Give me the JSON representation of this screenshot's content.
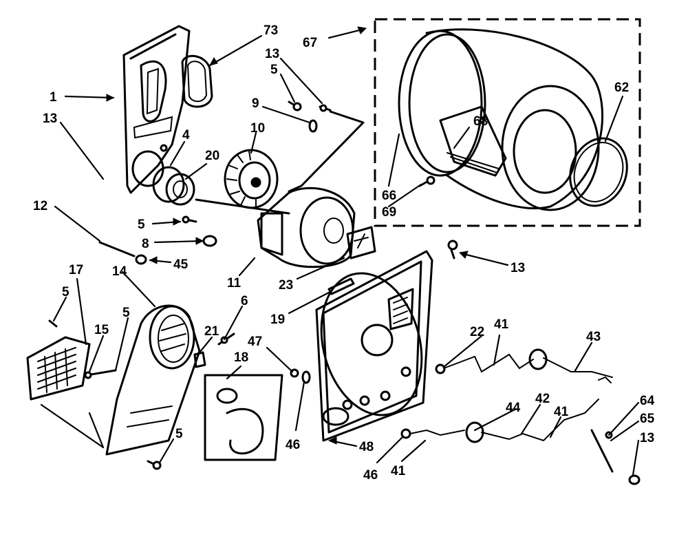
{
  "callouts": {
    "c1": "1",
    "c13a": "13",
    "c73": "73",
    "c13b": "13",
    "c5a": "5",
    "c9": "9",
    "c10": "10",
    "c4": "4",
    "c20": "20",
    "c12": "12",
    "c5b": "5",
    "c8": "8",
    "c45": "45",
    "c11": "11",
    "c23": "23",
    "c67": "67",
    "c62": "62",
    "c68": "68",
    "c66": "66",
    "c69": "69",
    "c13c": "13",
    "c19": "19",
    "c17": "17",
    "c14": "14",
    "c5c": "5",
    "c5d": "5",
    "c15": "15",
    "c21": "21",
    "c6": "6",
    "c18": "18",
    "c47": "47",
    "c46a": "46",
    "c22": "22",
    "c41a": "41",
    "c43": "43",
    "c44": "44",
    "c42": "42",
    "c41b": "41",
    "c64": "64",
    "c65": "65",
    "c13d": "13",
    "c48": "48",
    "c46b": "46",
    "c41c": "41",
    "c5e": "5"
  }
}
